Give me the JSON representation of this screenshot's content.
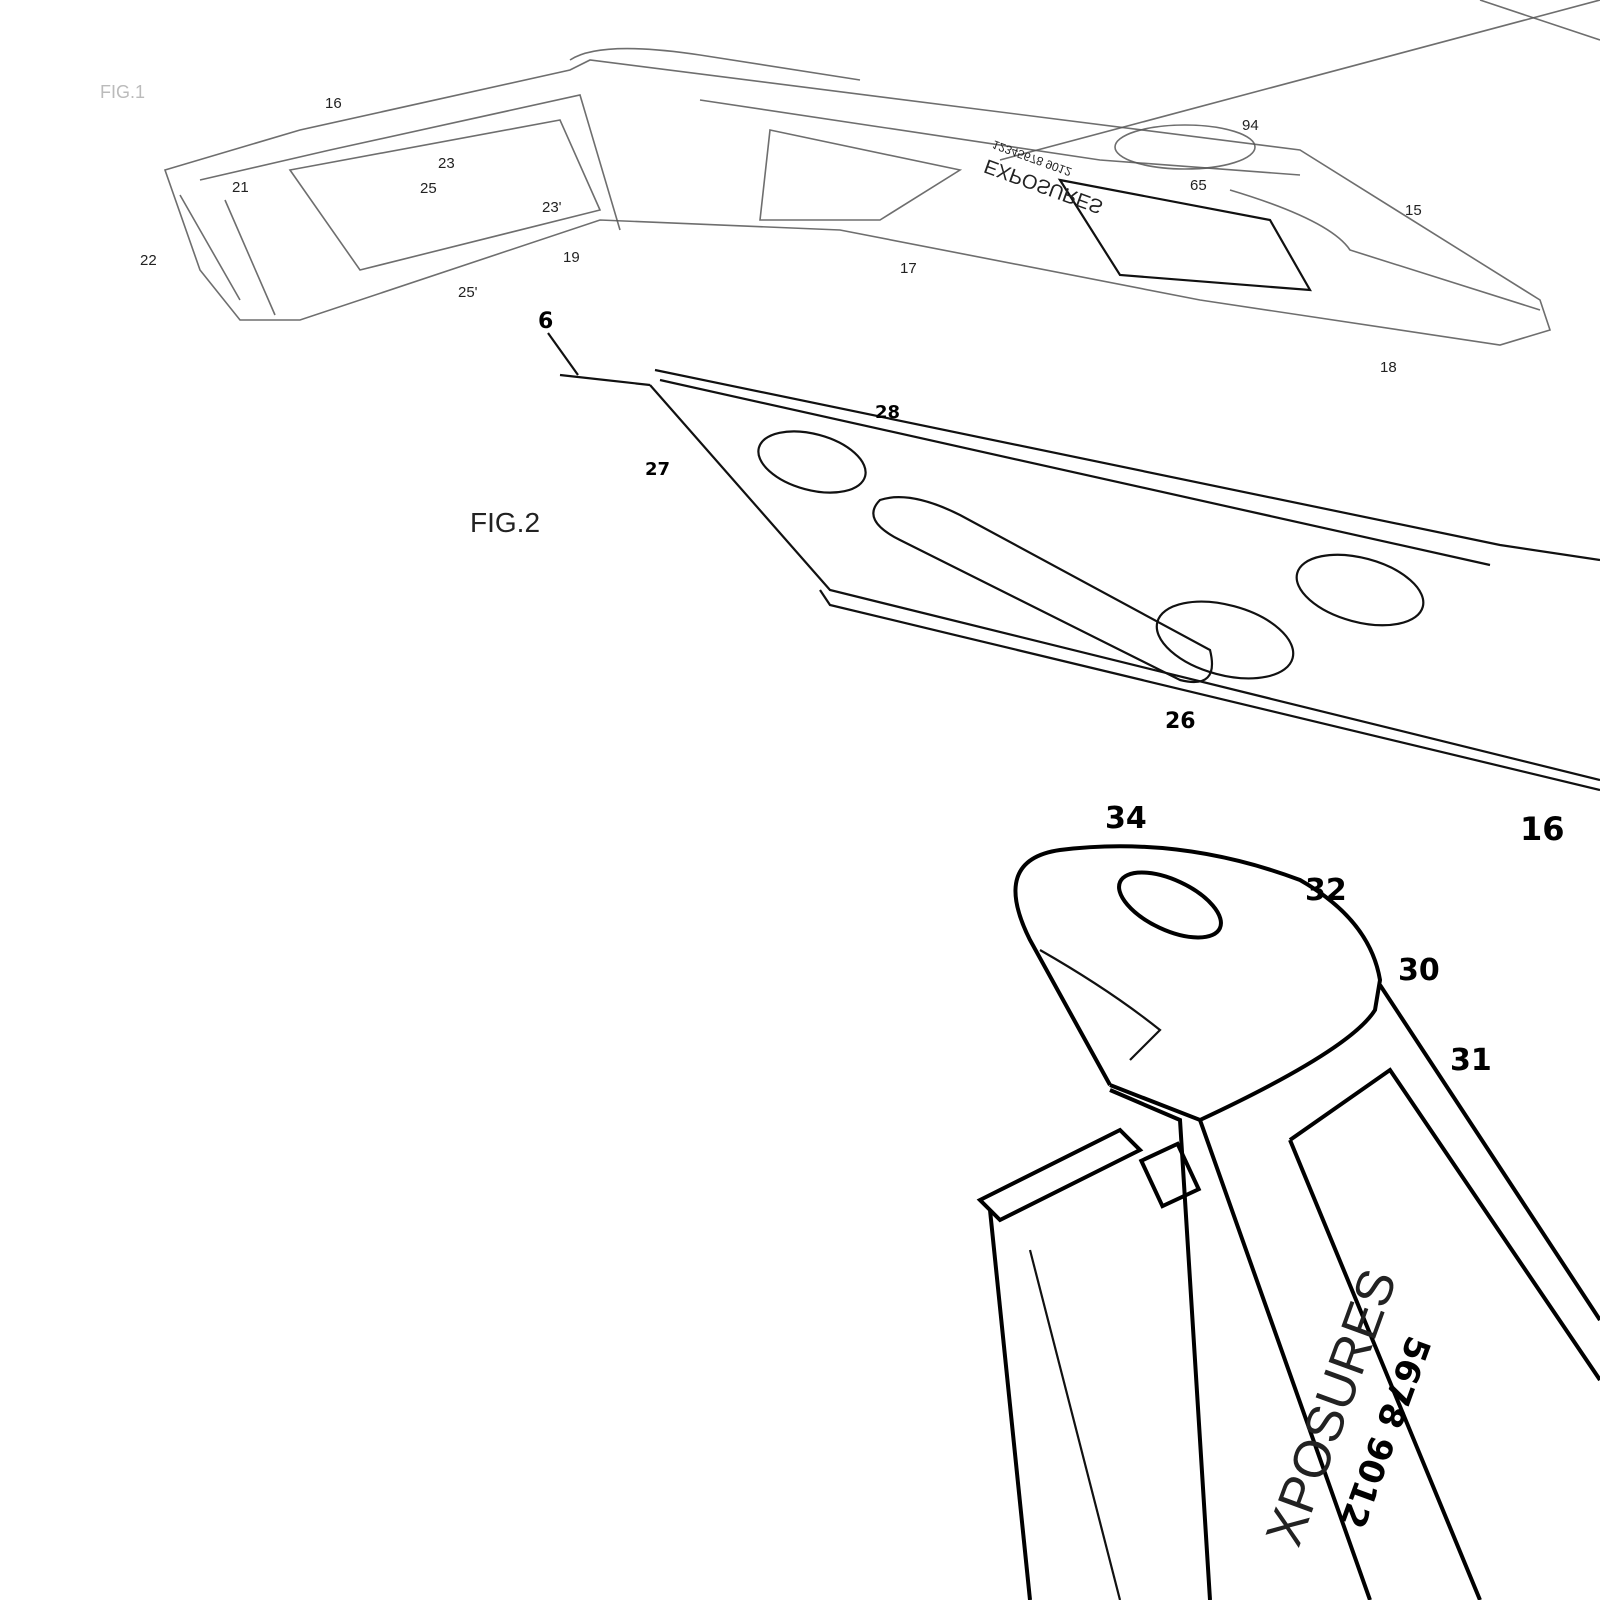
{
  "figures": {
    "fig1": {
      "title": "FIG.1",
      "labels": [
        "16",
        "23",
        "21",
        "25",
        "22",
        "23'",
        "19",
        "25'",
        "17",
        "94",
        "65",
        "15",
        "18"
      ],
      "label_text": {
        "line1": "EXPOSURES",
        "line2": "12345678 9012"
      }
    },
    "fig2": {
      "title": "FIG.2",
      "labels": [
        "6",
        "28",
        "27",
        "26",
        "16"
      ]
    },
    "fig3": {
      "labels": [
        "34",
        "32",
        "30",
        "31"
      ],
      "label_text": {
        "line1": "XPOSURES",
        "line2": "5678 9012"
      }
    }
  }
}
